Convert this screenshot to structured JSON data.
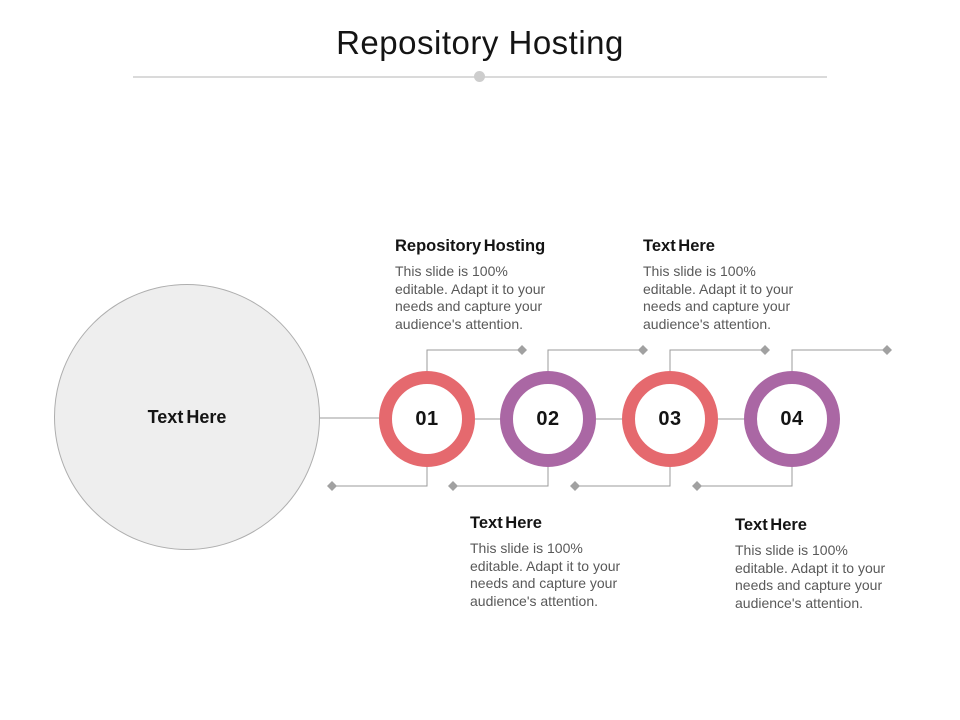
{
  "slide": {
    "title": "Repository Hosting",
    "big_circle": {
      "label": "Text Here"
    },
    "steps": [
      {
        "number": "01",
        "color": "#e5696e"
      },
      {
        "number": "02",
        "color": "#aa67a4"
      },
      {
        "number": "03",
        "color": "#e5696e"
      },
      {
        "number": "04",
        "color": "#aa67a4"
      }
    ],
    "callouts": [
      {
        "heading": "Repository Hosting",
        "body_lines": [
          "This slide is 100%",
          "editable. Adapt it to your",
          "needs and capture your",
          "audience's attention."
        ]
      },
      {
        "heading": "Text Here",
        "body_lines": [
          "This slide is 100%",
          "editable. Adapt it to your",
          "needs and capture your",
          "audience's attention."
        ]
      },
      {
        "heading": "Text Here",
        "body_lines": [
          "This slide is 100%",
          "editable. Adapt it to your",
          "needs and capture your",
          "audience's attention."
        ]
      },
      {
        "heading": "Text Here",
        "body_lines": [
          "This slide is 100%",
          "editable. Adapt it to your",
          "needs and capture your",
          "audience's attention."
        ]
      }
    ],
    "colors": {
      "accent_red": "#e5696e",
      "accent_purple": "#aa67a4",
      "connector_gray": "#9b9b9b",
      "diamond_gray": "#a1a1a1",
      "body_text_gray": "#595959",
      "big_circle_fill": "#eeeeee",
      "divider_gray": "#dadada"
    }
  }
}
